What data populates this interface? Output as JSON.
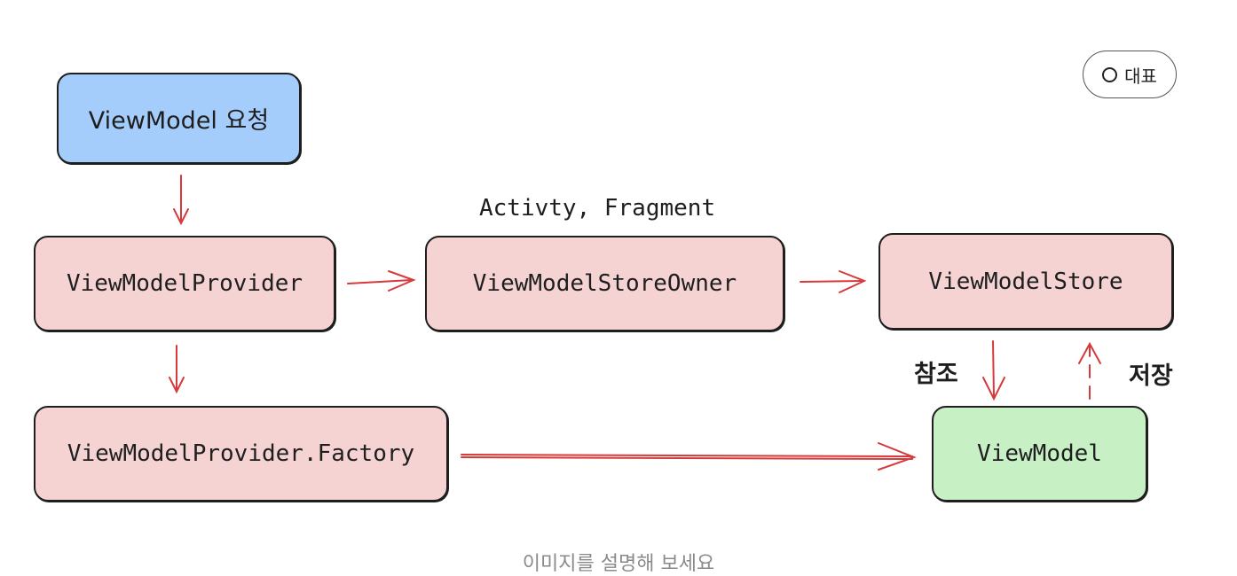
{
  "nodes": {
    "request": "ViewModel 요청",
    "provider": "ViewModelProvider",
    "owner": "ViewModelStoreOwner",
    "store": "ViewModelStore",
    "factory": "ViewModelProvider.Factory",
    "viewmodel": "ViewModel"
  },
  "labels": {
    "activity": "Activty, Fragment",
    "ref": "참조",
    "save": "저장"
  },
  "rep_button": "대표",
  "caption": "이미지를 설명해 보세요",
  "colors": {
    "arrow": "#d63a3a",
    "pink": "#f5d3d3",
    "blue": "#a5cdfb",
    "green": "#c8f0c5"
  }
}
